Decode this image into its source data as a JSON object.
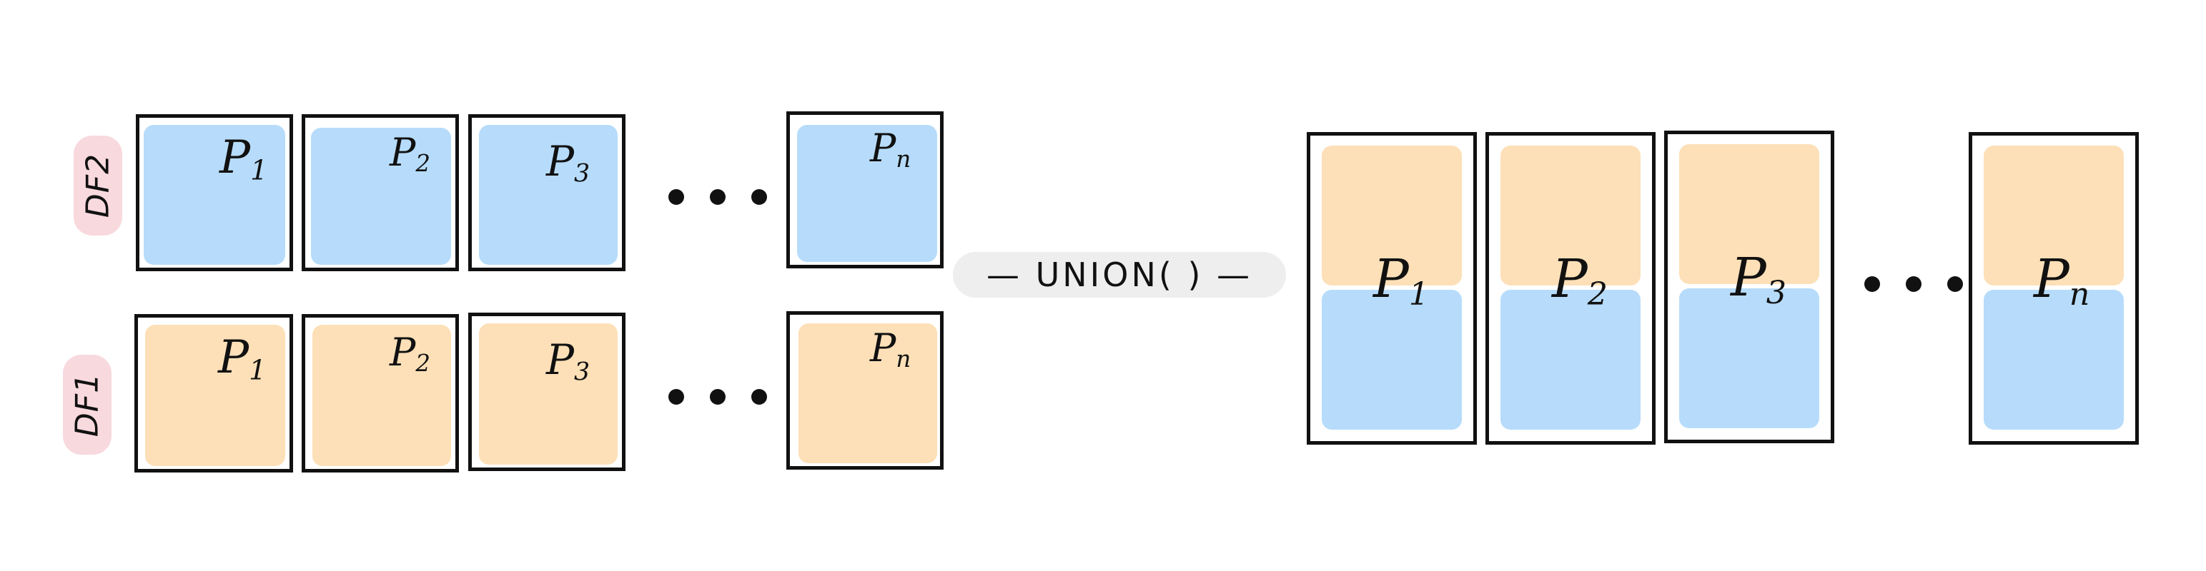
{
  "labels": {
    "df2": "DF2",
    "df1": "DF1"
  },
  "partitions": {
    "p1": {
      "letter": "P",
      "sub": "1"
    },
    "p2": {
      "letter": "P",
      "sub": "2"
    },
    "p3": {
      "letter": "P",
      "sub": "3"
    },
    "pn": {
      "letter": "P",
      "sub": "n"
    }
  },
  "operation": "— UNION( ) —",
  "colors": {
    "df2_fill": "#b7dcfb",
    "df1_fill": "#fde0b8",
    "label_bg": "#f8d9dd",
    "pill_bg": "#eeeeee",
    "border": "#111111"
  }
}
